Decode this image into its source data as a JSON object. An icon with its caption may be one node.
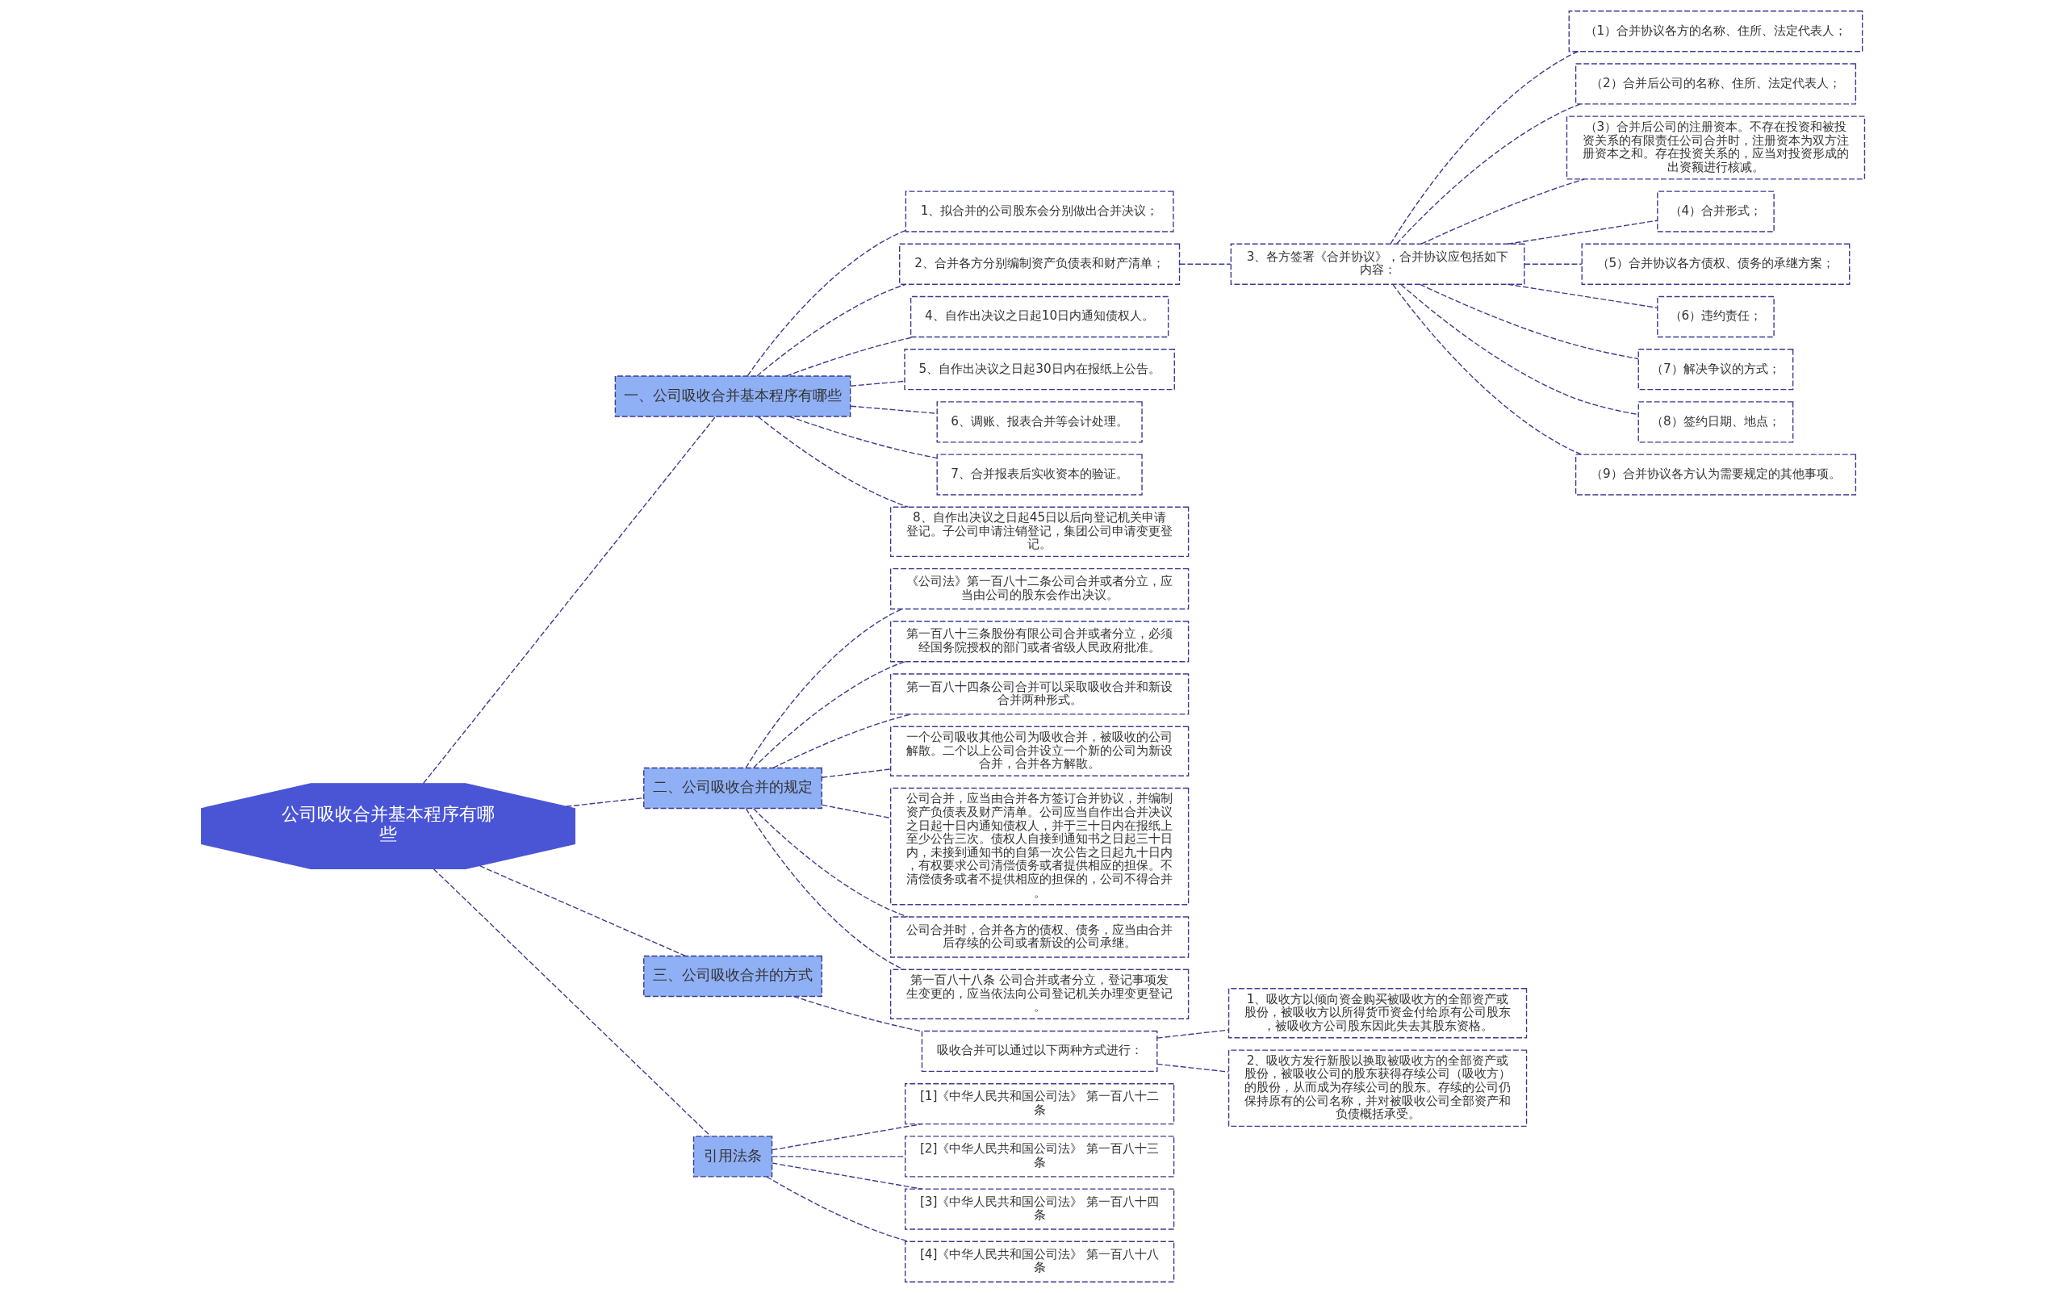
{
  "diagram": {
    "nodes": [
      {
        "text": [
          "公司吸收合并基本程序有哪些"
        ]
      },
      {
        "text": [
          "一、公司吸收合并基本程序有哪些"
        ]
      },
      {
        "text": [
          "1、拟合并的公司股东会分别做出合并决议；"
        ]
      },
      {
        "text": [
          "2、合并各方分别编制资产负债表和财产清单；"
        ]
      },
      {
        "text": [
          "3、各方签署《合并协议》，合并协议应包括如下内容："
        ]
      },
      {
        "text": [
          "（1）合并协议各方的名称、住所、法定代表人；"
        ]
      },
      {
        "text": [
          "（2）合并后公司的名称、住所、法定代表人；"
        ]
      },
      {
        "text": [
          "（3）合并后公司的注册资本。不存在投资和被投资关系的有限责任公司合并时，注册资本为双方注册资本之和。存在投资关系的，应当对投资形成的出资额进行核减。"
        ]
      },
      {
        "text": [
          "（4）合并形式；"
        ]
      },
      {
        "text": [
          "（5）合并协议各方债权、债务的承继方案；"
        ]
      },
      {
        "text": [
          "（6）违约责任；"
        ]
      },
      {
        "text": [
          "（7）解决争议的方式；"
        ]
      },
      {
        "text": [
          "（8）签约日期、地点；"
        ]
      },
      {
        "text": [
          "（9）合并协议各方认为需要规定的其他事项。"
        ]
      },
      {
        "text": [
          "4、自作出决议之日起10日内通知债权人。"
        ]
      },
      {
        "text": [
          "5、自作出决议之日起30日内在报纸上公告。"
        ]
      },
      {
        "text": [
          "6、调账、报表合并等会计处理。"
        ]
      },
      {
        "text": [
          "7、合并报表后实收资本的验证。"
        ]
      },
      {
        "text": [
          "8、自作出决议之日起45日以后向登记机关申请登记。子公司申请注销登记，集团公司申请变更登记。"
        ]
      },
      {
        "text": [
          "二、公司吸收合并的规定"
        ]
      },
      {
        "text": [
          "《公司法》第一百八十二条公司合并或者分立，应当由公司的股东会作出决议。"
        ]
      },
      {
        "text": [
          "第一百八十三条股份有限公司合并或者分立，必须经国务院授权的部门或者省级人民政府批准。"
        ]
      },
      {
        "text": [
          "第一百八十四条公司合并可以采取吸收合并和新设合并两种形式。"
        ]
      },
      {
        "text": [
          "一个公司吸收其他公司为吸收合并，被吸收的公司解散。二个以上公司合并设立一个新的公司为新设合并，合并各方解散。"
        ]
      },
      {
        "text": [
          "公司合并，应当由合并各方签订合并协议，并编制资产负债表及财产清单。公司应当自作出合并决议之日起十日内通知债权人，并于三十日内在报纸上至少公告三次。债权人自接到通知书之日起三十日内，未接到通知书的自第一次公告之日起九十日内，有权要求公司清偿债务或者提供相应的担保。不清偿债务或者不提供相应的担保的，公司不得合并。"
        ]
      },
      {
        "text": [
          "公司合并时，合并各方的债权、债务，应当由合并后存续的公司或者新设的公司承继。"
        ]
      },
      {
        "text": [
          "第一百八十八条 公司合并或者分立，登记事项发生变更的，应当依法向公司登记机关办理变更登记。"
        ]
      },
      {
        "text": [
          "三、公司吸收合并的方式"
        ]
      },
      {
        "text": [
          "吸收合并可以通过以下两种方式进行："
        ]
      },
      {
        "text": [
          "1、吸收方以倾向资金购买被吸收方的全部资产或股份，被吸收方以所得货币资金付给原有公司股东，被吸收方公司股东因此失去其股东资格。"
        ]
      },
      {
        "text": [
          "2、吸收方发行新股以换取被吸收方的全部资产或股份，被吸收公司的股东获得存续公司（吸收方）的股份，从而成为存续公司的股东。存续的公司仍保持原有的公司名称，并对被吸收公司全部资产和负债概括承受。"
        ]
      },
      {
        "text": [
          "引用法条"
        ]
      },
      {
        "text": [
          "[1]《中华人民共和国公司法》 第一百八十二条"
        ]
      },
      {
        "text": [
          "[2]《中华人民共和国公司法》 第一百八十三条"
        ]
      },
      {
        "text": [
          "[3]《中华人民共和国公司法》 第一百八十四条"
        ]
      },
      {
        "text": [
          "[4]《中华人民共和国公司法》 第一百八十八条"
        ]
      }
    ],
    "edges": [
      {
        "from": 0,
        "to": 1,
        "arrow": "none",
        "style": "dashed"
      },
      {
        "from": 1,
        "to": 2,
        "arrow": "none",
        "style": "dashed"
      },
      {
        "from": 1,
        "to": 3,
        "arrow": "none",
        "style": "dashed"
      },
      {
        "from": 3,
        "to": 4,
        "arrow": "none",
        "style": "dashed"
      },
      {
        "from": 4,
        "to": 5,
        "arrow": "none",
        "style": "dashed"
      },
      {
        "from": 4,
        "to": 6,
        "arrow": "none",
        "style": "dashed"
      },
      {
        "from": 4,
        "to": 7,
        "arrow": "none",
        "style": "dashed"
      },
      {
        "from": 4,
        "to": 8,
        "arrow": "none",
        "style": "dashed"
      },
      {
        "from": 4,
        "to": 9,
        "arrow": "none",
        "style": "dashed"
      },
      {
        "from": 4,
        "to": 10,
        "arrow": "none",
        "style": "dashed"
      },
      {
        "from": 4,
        "to": 11,
        "arrow": "none",
        "style": "dashed"
      },
      {
        "from": 4,
        "to": 12,
        "arrow": "none",
        "style": "dashed"
      },
      {
        "from": 4,
        "to": 13,
        "arrow": "none",
        "style": "dashed"
      },
      {
        "from": 1,
        "to": 14,
        "arrow": "none",
        "style": "dashed"
      },
      {
        "from": 1,
        "to": 15,
        "arrow": "none",
        "style": "dashed"
      },
      {
        "from": 1,
        "to": 16,
        "arrow": "none",
        "style": "dashed"
      },
      {
        "from": 1,
        "to": 17,
        "arrow": "none",
        "style": "dashed"
      },
      {
        "from": 1,
        "to": 18,
        "arrow": "none",
        "style": "dashed"
      },
      {
        "from": 0,
        "to": 19,
        "arrow": "none",
        "style": "dashed"
      },
      {
        "from": 19,
        "to": 20,
        "arrow": "none",
        "style": "dashed"
      },
      {
        "from": 19,
        "to": 21,
        "arrow": "none",
        "style": "dashed"
      },
      {
        "from": 19,
        "to": 22,
        "arrow": "none",
        "style": "dashed"
      },
      {
        "from": 19,
        "to": 23,
        "arrow": "none",
        "style": "dashed"
      },
      {
        "from": 19,
        "to": 24,
        "arrow": "none",
        "style": "dashed"
      },
      {
        "from": 19,
        "to": 25,
        "arrow": "none",
        "style": "dashed"
      },
      {
        "from": 19,
        "to": 26,
        "arrow": "none",
        "style": "dashed"
      },
      {
        "from": 0,
        "to": 27,
        "arrow": "none",
        "style": "dashed"
      },
      {
        "from": 27,
        "to": 28,
        "arrow": "none",
        "style": "dashed"
      },
      {
        "from": 28,
        "to": 29,
        "arrow": "none",
        "style": "dashed"
      },
      {
        "from": 28,
        "to": 30,
        "arrow": "none",
        "style": "dashed"
      },
      {
        "from": 0,
        "to": 31,
        "arrow": "none",
        "style": "dashed"
      },
      {
        "from": 31,
        "to": 32,
        "arrow": "none",
        "style": "dashed"
      },
      {
        "from": 31,
        "to": 33,
        "arrow": "none",
        "style": "dashed"
      },
      {
        "from": 31,
        "to": 34,
        "arrow": "none",
        "style": "dashed"
      },
      {
        "from": 31,
        "to": 35,
        "arrow": "none",
        "style": "dashed"
      }
    ]
  }
}
